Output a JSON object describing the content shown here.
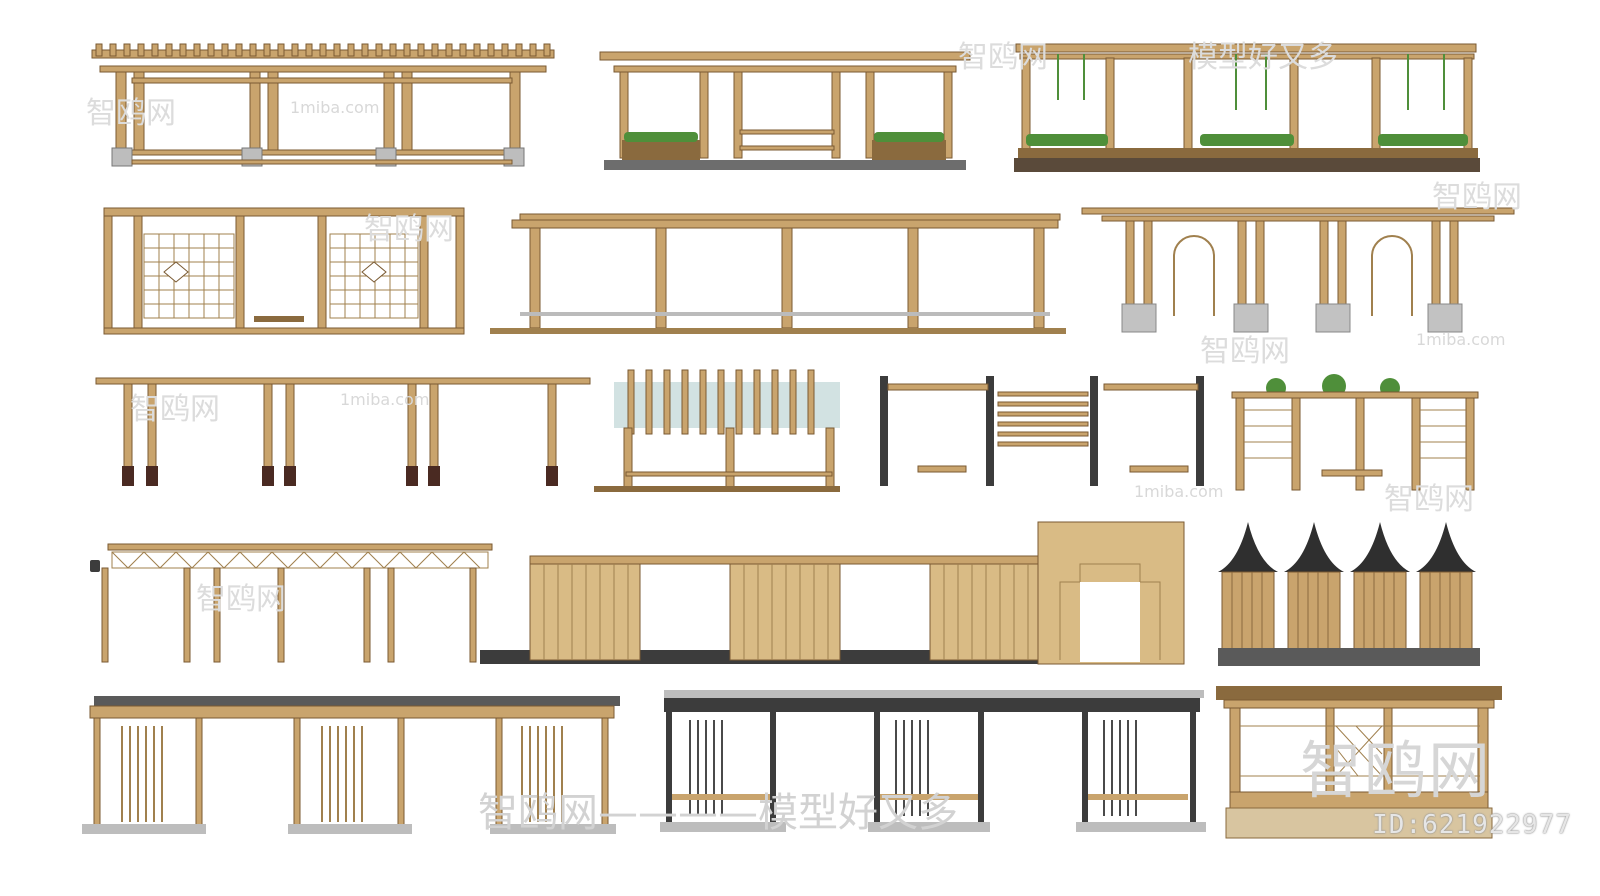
{
  "watermarks": {
    "site": "1miba.com",
    "brand_cn": "智鸥网",
    "slogan_cn": "智鸥网————模型好又多",
    "slogan_cn_2": "模型好又多",
    "id_label": "ID:621922977"
  },
  "colors": {
    "wood": "#c9a46d",
    "wood_dark": "#8a6a3e",
    "wood_light": "#e2c899",
    "stone": "#b9b9b9",
    "metal": "#3c3c3c",
    "plant": "#4f8f3a",
    "glass": "#bfd6d6",
    "roof_dark": "#2f2f2f"
  }
}
